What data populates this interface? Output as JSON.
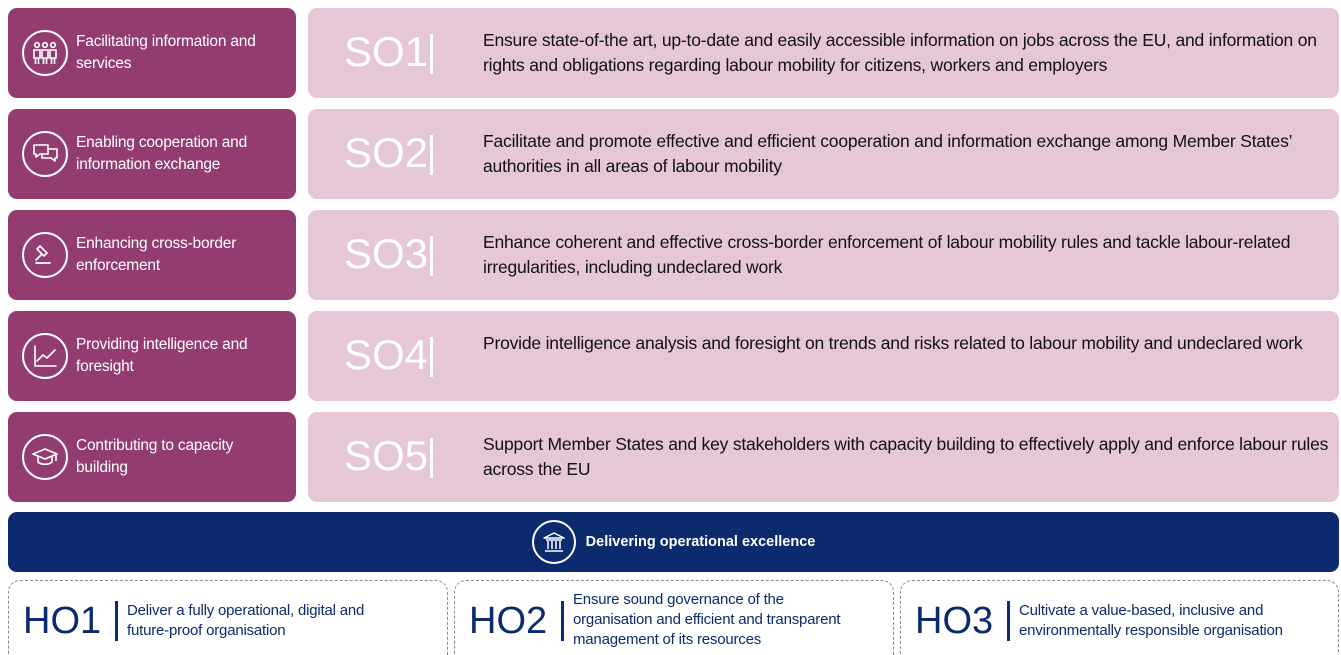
{
  "objectives": [
    {
      "label": "Facilitating information and\nservices",
      "icon": "people-icon",
      "code": "SO1",
      "description": "Ensure state-of-the art, up-to-date and easily accessible information on jobs across the EU, and information on rights and obligations regarding labour mobility for citizens, workers and employers"
    },
    {
      "label": "Enabling cooperation and\ninformation exchange",
      "icon": "chat-bubbles-icon",
      "code": "SO2",
      "description": "Facilitate and promote effective and efficient cooperation and information exchange among Member States’ authorities in all areas of labour mobility"
    },
    {
      "label": "Enhancing cross-border\nenforcement",
      "icon": "gavel-icon",
      "code": "SO3",
      "description": "Enhance coherent and effective cross-border enforcement of labour mobility rules and tackle labour-related irregularities, including undeclared work"
    },
    {
      "label": "Providing intelligence and\nforesight",
      "icon": "line-chart-icon",
      "code": "SO4",
      "description": "Provide intelligence analysis and foresight on trends and risks related to labour mobility and undeclared work"
    },
    {
      "label": "Contributing to capacity\nbuilding",
      "icon": "graduation-cap-icon",
      "code": "SO5",
      "description": "Support Member States and key stakeholders with capacity building to effectively apply and enforce labour rules across the EU"
    }
  ],
  "banner": {
    "label": "Delivering operational excellence",
    "icon": "institution-icon"
  },
  "horizontal": [
    {
      "code": "HO1",
      "description": "Deliver a fully operational, digital and\nfuture-proof organisation"
    },
    {
      "code": "HO2",
      "description": "Ensure sound governance of the\norganisation and efficient and transparent\nmanagement of its resources"
    },
    {
      "code": "HO3",
      "description": "Cultivate a value-based, inclusive and\nenvironmentally responsible organisation"
    }
  ],
  "colors": {
    "objective_box": "#923c6f",
    "objective_desc_box": "#e5c7d8",
    "banner": "#0c2a6e",
    "horizontal_text": "#0c2a6e"
  }
}
